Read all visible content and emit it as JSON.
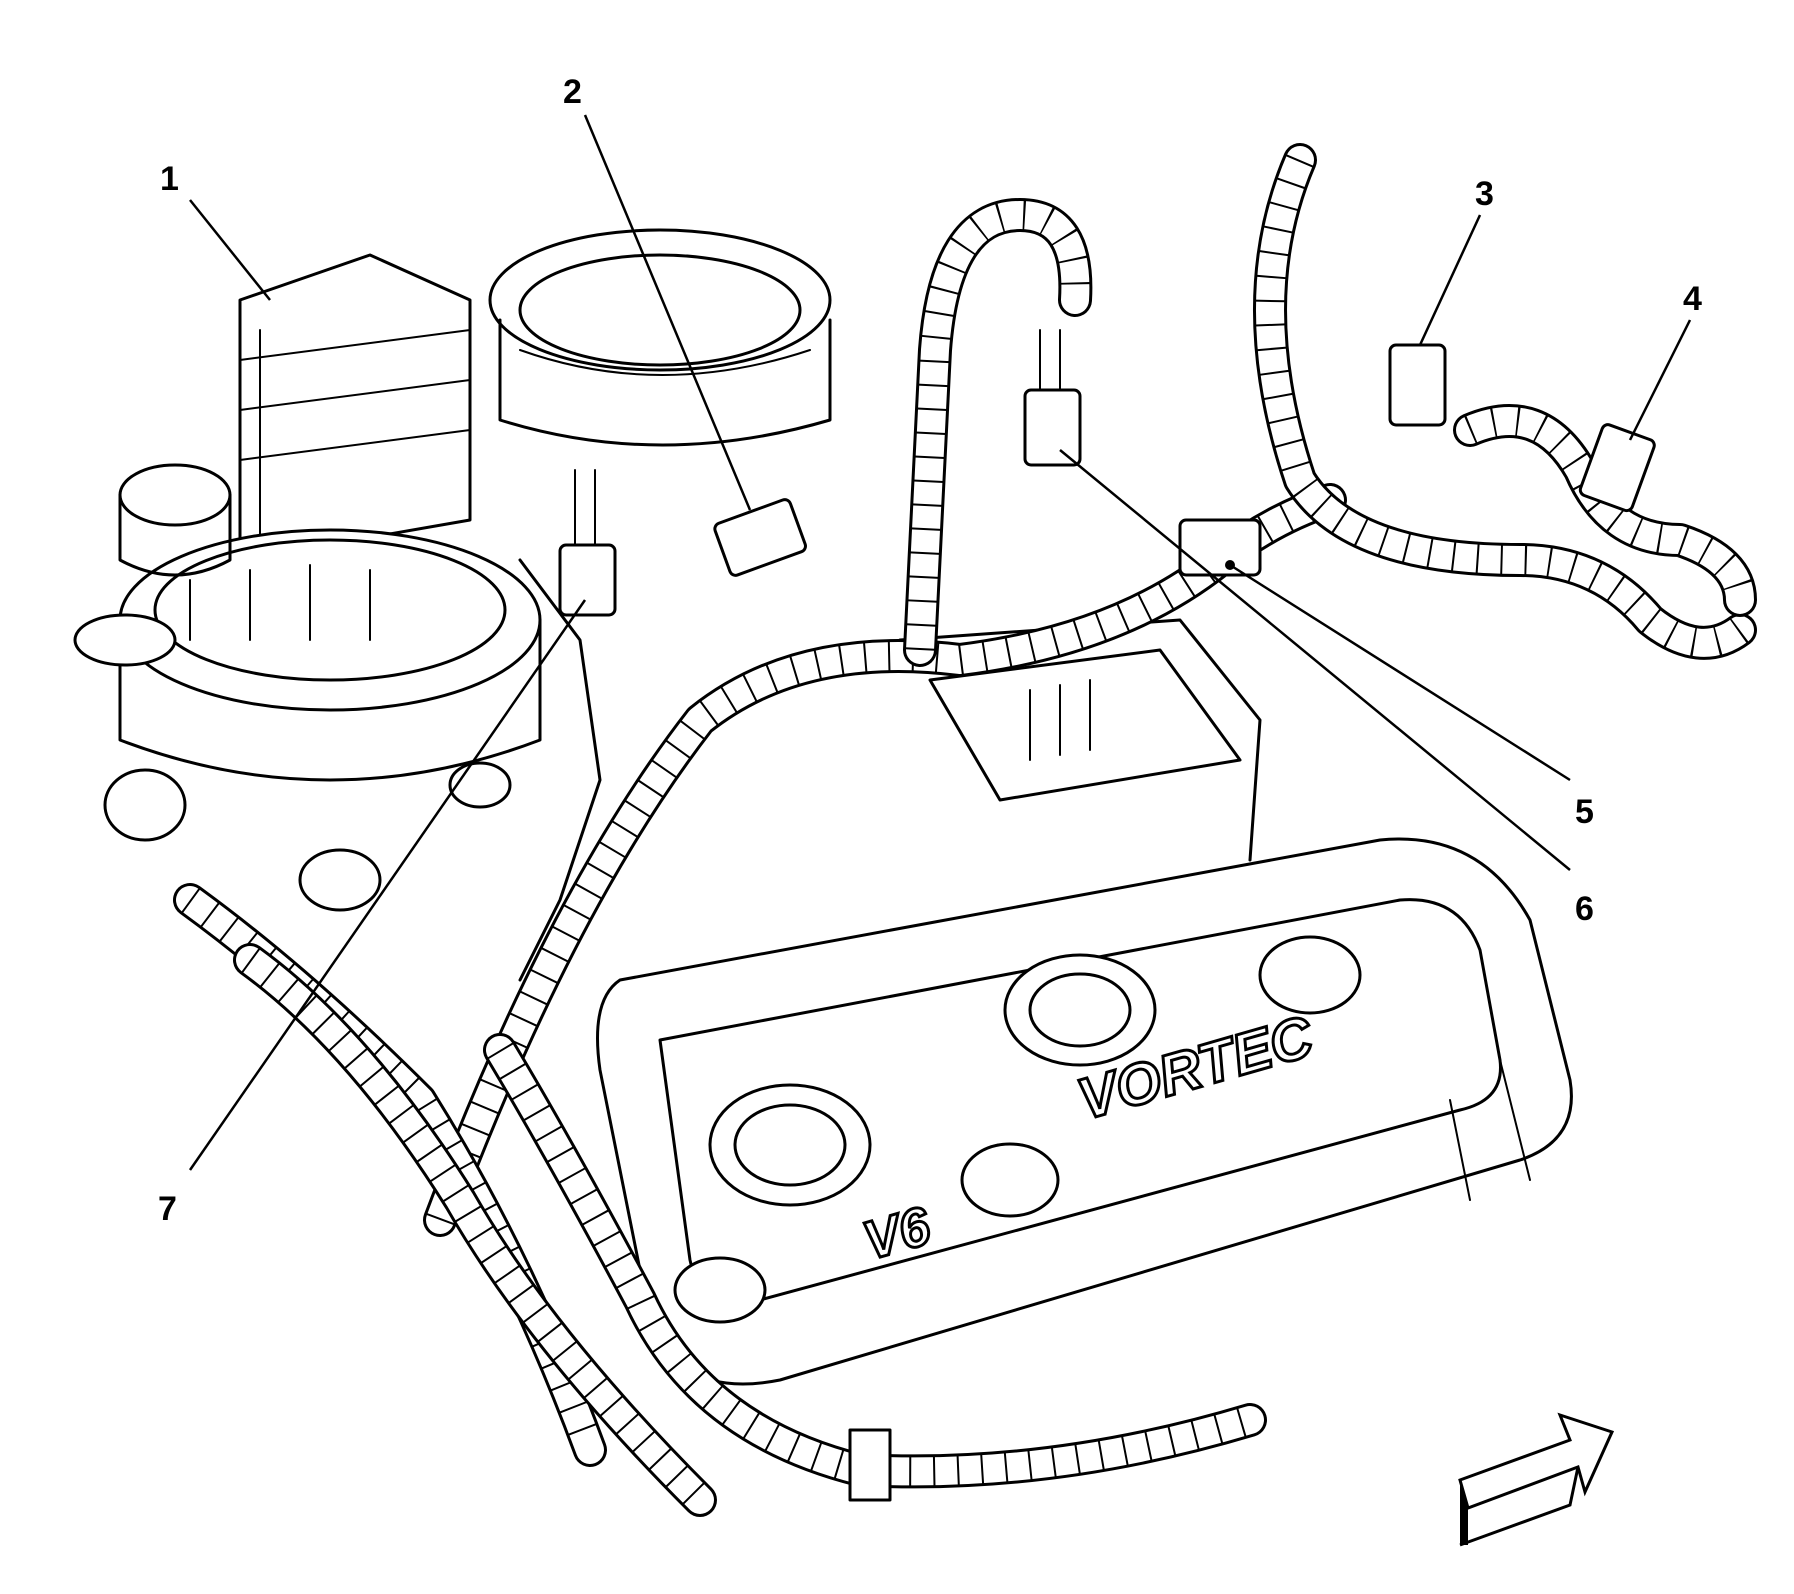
{
  "callouts": [
    {
      "id": "1",
      "label": "1"
    },
    {
      "id": "2",
      "label": "2"
    },
    {
      "id": "3",
      "label": "3"
    },
    {
      "id": "4",
      "label": "4"
    },
    {
      "id": "5",
      "label": "5"
    },
    {
      "id": "6",
      "label": "6"
    },
    {
      "id": "7",
      "label": "7"
    }
  ],
  "cover_markings": {
    "brand": "VORTEC",
    "engine": "V6"
  },
  "colors": {
    "ink": "#000000",
    "paper": "#ffffff"
  },
  "icons": [
    "direction-arrow-icon"
  ]
}
